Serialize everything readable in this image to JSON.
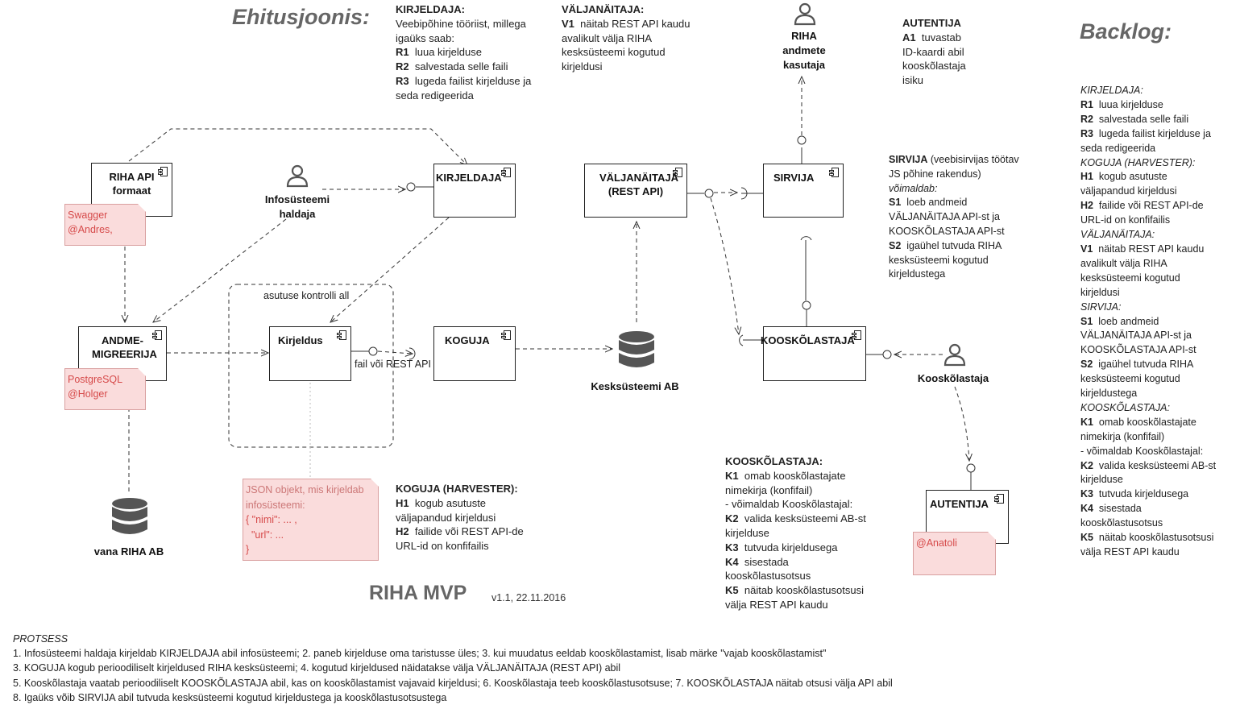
{
  "headings": {
    "left": "Ehitusjoonis:",
    "right": "Backlog:"
  },
  "title": {
    "main": "RIHA MVP",
    "version": "v1.1, 22.11.2016"
  },
  "components": {
    "riha_api": "RIHA API formaat",
    "kirjeldaja": "KIRJELDAJA",
    "valjanaitaja": "VÄLJANÄITAJA (REST API)",
    "sirvija": "SIRVIJA",
    "andmemigreerija": "ANDME-MIGREERIJA",
    "kirjeldus": "Kirjeldus",
    "koguja": "KOGUJA",
    "kooskolastaja": "KOOSKÕLASTAJA",
    "autentija": "AUTENTIJA"
  },
  "actors": {
    "infosusteemi_haldaja": "Infosüsteemi haldaja",
    "riha_kasutaja": "RIHA andmete kasutaja",
    "kooskolastaja": "Kooskõlastaja"
  },
  "databases": {
    "keskusteemi": "Kesksüsteemi AB",
    "vana": "vana RIHA AB"
  },
  "notes": {
    "swagger": [
      "Swagger",
      "@Andres,"
    ],
    "postgres": [
      "PostgreSQL",
      "@Holger"
    ],
    "json": [
      "JSON objekt, mis kirjeldab",
      "infosüsteemi:",
      "{ \"nimi\": ... ,",
      "  \"url\": ...",
      "}"
    ],
    "anatoli": [
      "@Anatoli"
    ]
  },
  "labels": {
    "boundary": "asutuse kontrolli all",
    "fail_rest": "fail või REST API"
  },
  "desc": {
    "kirjeldaja_title": "KIRJELDAJA:",
    "kirjeldaja_intro": [
      "Veebipõhine tööriist, millega",
      "igaüks saab:"
    ],
    "kirjeldaja_items": [
      {
        "k": "R1",
        "v": "luua kirjelduse"
      },
      {
        "k": "R2",
        "v": "salvestada selle faili"
      },
      {
        "k": "R3",
        "v": "lugeda failist kirjelduse ja"
      }
    ],
    "kirjeldaja_tail": "seda redigeerida",
    "valjanaitaja_title": "VÄLJANÄITAJA:",
    "valjanaitaja_lines": [
      "näitab REST API kaudu",
      "avalikult välja RIHA",
      "kesksüsteemi kogutud",
      "kirjeldusi"
    ],
    "valjanaitaja_key": "V1",
    "autentija_title": "AUTENTIJA",
    "autentija_key": "A1",
    "autentija_lines": [
      "tuvastab",
      "ID-kaardi abil",
      "kooskõlastaja",
      "isiku"
    ],
    "sirvija_title": "SIRVIJA",
    "sirvija_title_rest": "(veebisirvijas töötav",
    "sirvija_lines": [
      "JS põhine rakendus)"
    ],
    "sirvija_enables": "võimaldab:",
    "sirvija_s1_key": "S1",
    "sirvija_s1": [
      "loeb andmeid",
      "VÄLJANÄITAJA API-st ja",
      "KOOSKÕLASTAJA API-st"
    ],
    "sirvija_s2_key": "S2",
    "sirvija_s2": [
      "igaühel tutvuda RIHA",
      "kesksüsteemi kogutud",
      "kirjeldustega"
    ],
    "koguja_title": "KOGUJA (HARVESTER):",
    "koguja_h1_key": "H1",
    "koguja_h1": [
      "kogub asutuste",
      "väljapandud kirjeldusi"
    ],
    "koguja_h2_key": "H2",
    "koguja_h2": [
      "failide või REST API-de",
      "URL-id on konfifailis"
    ],
    "kooskolastaja_title": "KOOSKÕLASTAJA:",
    "kooskolastaja_k1_key": "K1",
    "kooskolastaja_k1": [
      "omab kooskõlastajate",
      "nimekirja (konfifail)"
    ],
    "kooskolastaja_enables": "- võimaldab Kooskõlastajal:",
    "kooskolastaja_k2_key": "K2",
    "kooskolastaja_k2": [
      "valida kesksüsteemi AB-st",
      "kirjelduse"
    ],
    "kooskolastaja_k3_key": "K3",
    "kooskolastaja_k3": [
      "tutvuda kirjeldusega"
    ],
    "kooskolastaja_k4_key": "K4",
    "kooskolastaja_k4": [
      "sisestada",
      "kooskõlastusotsus"
    ],
    "kooskolastaja_k5_key": "K5",
    "kooskolastaja_k5": [
      "näitab kooskõlastusotsusi",
      "välja REST API kaudu"
    ]
  },
  "backlog": [
    {
      "t": "it",
      "v": "KIRJELDAJA:"
    },
    {
      "t": "kv",
      "k": "R1",
      "v": "luua kirjelduse"
    },
    {
      "t": "kv",
      "k": "R2",
      "v": "salvestada selle faili"
    },
    {
      "t": "kv",
      "k": "R3",
      "v": "lugeda failist kirjelduse ja"
    },
    {
      "t": "p",
      "v": "seda redigeerida"
    },
    {
      "t": "it",
      "v": "KOGUJA (HARVESTER):"
    },
    {
      "t": "kv",
      "k": "H1",
      "v": "kogub asutuste"
    },
    {
      "t": "p",
      "v": "väljapandud kirjeldusi"
    },
    {
      "t": "kv",
      "k": "H2",
      "v": "failide või REST API-de"
    },
    {
      "t": "p",
      "v": "URL-id on konfifailis"
    },
    {
      "t": "it",
      "v": "VÄLJANÄITAJA:"
    },
    {
      "t": "kv",
      "k": "V1",
      "v": "näitab REST API kaudu"
    },
    {
      "t": "p",
      "v": "avalikult välja RIHA"
    },
    {
      "t": "p",
      "v": "kesksüsteemi kogutud"
    },
    {
      "t": "p",
      "v": "kirjeldusi"
    },
    {
      "t": "it",
      "v": "SIRVIJA:"
    },
    {
      "t": "kv",
      "k": "S1",
      "v": "loeb andmeid"
    },
    {
      "t": "p",
      "v": "VÄLJANÄITAJA API-st ja"
    },
    {
      "t": "p",
      "v": "KOOSKÕLASTAJA API-st"
    },
    {
      "t": "kv",
      "k": "S2",
      "v": "igaühel tutvuda RIHA"
    },
    {
      "t": "p",
      "v": "kesksüsteemi kogutud"
    },
    {
      "t": "p",
      "v": "kirjeldustega"
    },
    {
      "t": "it",
      "v": "KOOSKÕLASTAJA:"
    },
    {
      "t": "kv",
      "k": "K1",
      "v": "omab kooskõlastajate"
    },
    {
      "t": "p",
      "v": "nimekirja (konfifail)"
    },
    {
      "t": "p",
      "v": "- võimaldab Kooskõlastajal:"
    },
    {
      "t": "kv",
      "k": "K2",
      "v": "valida kesksüsteemi AB-st"
    },
    {
      "t": "p",
      "v": "kirjelduse"
    },
    {
      "t": "kv",
      "k": "K3",
      "v": "tutvuda kirjeldusega"
    },
    {
      "t": "kv",
      "k": "K4",
      "v": "sisestada"
    },
    {
      "t": "p",
      "v": "kooskõlastusotsus"
    },
    {
      "t": "kv",
      "k": "K5",
      "v": "näitab kooskõlastusotsusi"
    },
    {
      "t": "p",
      "v": "välja REST API kaudu"
    }
  ],
  "protsess": {
    "title": "PROTSESS",
    "lines": [
      "1. Infosüsteemi haldaja kirjeldab KIRJELDAJA abil infosüsteemi; 2. paneb kirjelduse oma taristusse üles; 3. kui muudatus eeldab kooskõlastamist, lisab märke \"vajab kooskõlastamist\"",
      "3. KOGUJA kogub perioodiliselt kirjeldused RIHA kesksüsteemi; 4. kogutud kirjeldused näidatakse välja VÄLJANÄITAJA (REST API) abil",
      "5. Kooskõlastaja vaatab perioodiliselt KOOSKÕLASTAJA abil, kas on kooskõlastamist vajavaid kirjeldusi; 6. Kooskõlastaja teeb kooskõlastusotsuse; 7. KOOSKÕLASTAJA näitab otsusi välja API abil",
      "8. Igaüks võib SIRVIJA abil tutvuda kesksüsteemi kogutud kirjeldustega ja kooskõlastusotsustega"
    ]
  }
}
